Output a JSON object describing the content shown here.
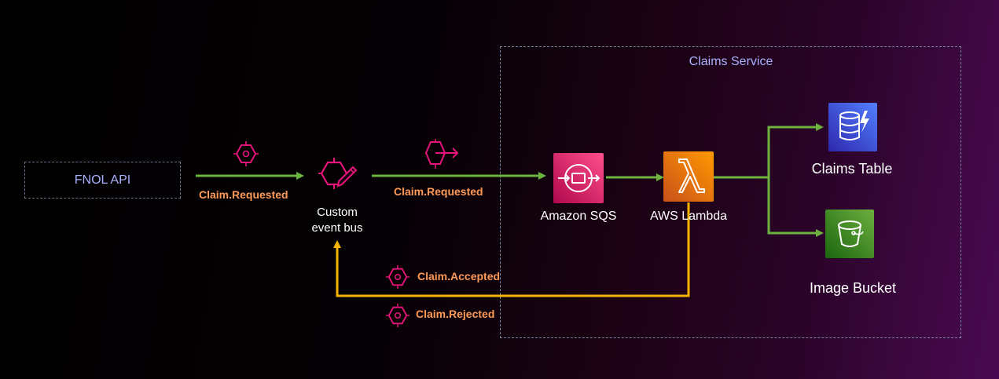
{
  "nodes": {
    "fnol_api": "FNOL API",
    "event_bus": "Custom\nevent bus",
    "sqs": "Amazon SQS",
    "lambda": "AWS Lambda",
    "claims_table": "Claims Table",
    "image_bucket": "Image Bucket"
  },
  "groups": {
    "claims_service": "Claims Service"
  },
  "edges": {
    "api_to_bus": "Claim.Requested",
    "bus_to_sqs": "Claim.Requested",
    "accepted": "Claim.Accepted",
    "rejected": "Claim.Rejected"
  },
  "colors": {
    "green_arrow": "#6db33f",
    "yellow_arrow": "#f5b400",
    "event_icon": "#e7157b",
    "edge_label": "#ff9a57",
    "sqs": "#e7157b",
    "lambda": "#ed7100",
    "dynamodb": "#3b48cc",
    "s3": "#3f8624",
    "group_label": "#a9b3ff"
  },
  "icons": {
    "event": "eventbridge-event-icon",
    "bus": "eventbridge-custom-event-bus-icon",
    "rule": "eventbridge-rule-icon",
    "sqs": "amazon-sqs-icon",
    "lambda": "aws-lambda-icon",
    "dynamodb": "amazon-dynamodb-icon",
    "s3": "amazon-s3-bucket-icon"
  }
}
